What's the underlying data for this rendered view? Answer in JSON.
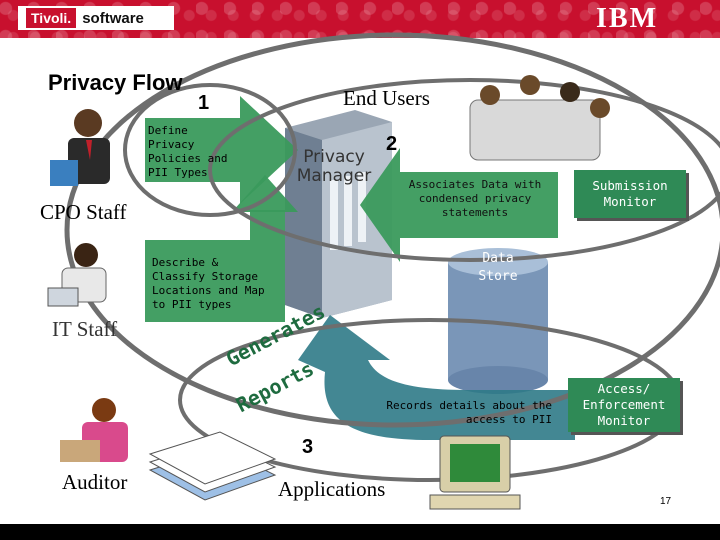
{
  "header": {
    "brand": "Tivoli.",
    "product": "software",
    "company": "IBM"
  },
  "slide": {
    "title": "Privacy Flow",
    "page_number": "17"
  },
  "actors": {
    "end_users": "End Users",
    "cpo_staff": "CPO Staff",
    "it_staff": "IT Staff",
    "auditor": "Auditor",
    "applications": "Applications"
  },
  "steps": {
    "step1": "1",
    "step2": "2",
    "step3": "3"
  },
  "arrows": {
    "define": [
      "Define",
      "Privacy",
      "Policies and",
      "PII Types"
    ],
    "describe": [
      "Describe &",
      "Classify Storage",
      "Locations and Map",
      "to PII types"
    ],
    "associates": [
      "Associates Data with",
      "condensed privacy",
      "statements"
    ],
    "records": [
      "Records details about the",
      "access to PII"
    ],
    "generates": "Generates",
    "reports": "Reports"
  },
  "components": {
    "privacy_manager": [
      "Privacy",
      "Manager"
    ],
    "data_store": [
      "Data",
      "Store"
    ],
    "submission_monitor": [
      "Submission",
      "Monitor"
    ],
    "access_monitor": [
      "Access/",
      "Enforcement",
      "Monitor"
    ]
  },
  "colors": {
    "header_red": "#c8102e",
    "arrow_green": "#3a9a5c",
    "box_green": "#2f8a56",
    "ellipse_gray": "#6e6e6e"
  }
}
